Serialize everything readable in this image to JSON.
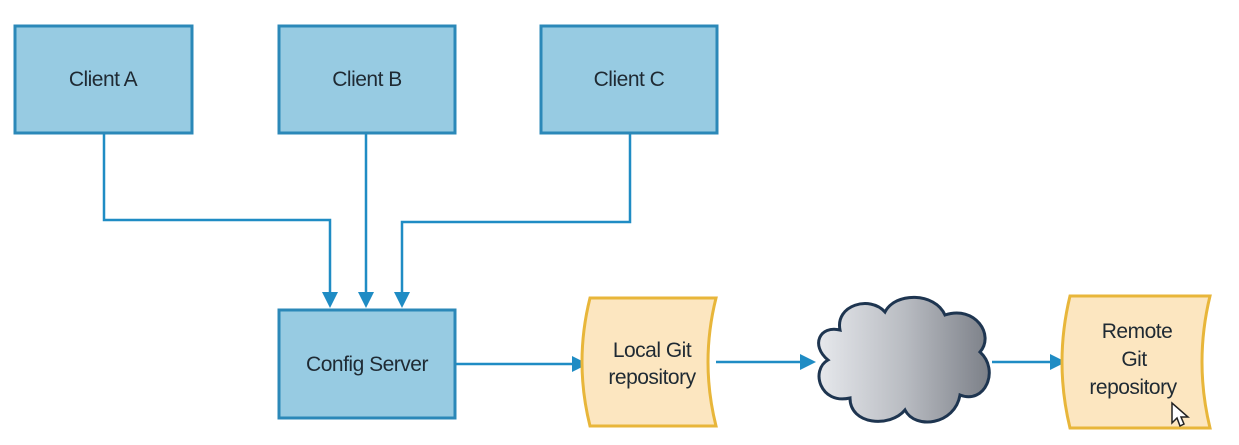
{
  "nodes": {
    "client_a": "Client A",
    "client_b": "Client B",
    "client_c": "Client C",
    "config_server": "Config Server",
    "local_git": [
      "Local Git",
      "repository"
    ],
    "remote_git": [
      "Remote",
      "Git",
      "repository"
    ]
  },
  "colors": {
    "box_fill": "#97cbe2",
    "box_stroke": "#2b88b8",
    "document_fill": "#fce6c0",
    "document_stroke": "#e8b63a",
    "arrow": "#1f8cc4",
    "cloud": "#9a9ea6"
  },
  "icons": {
    "cloud": "cloud-icon",
    "cursor": "mouse-cursor-icon"
  }
}
